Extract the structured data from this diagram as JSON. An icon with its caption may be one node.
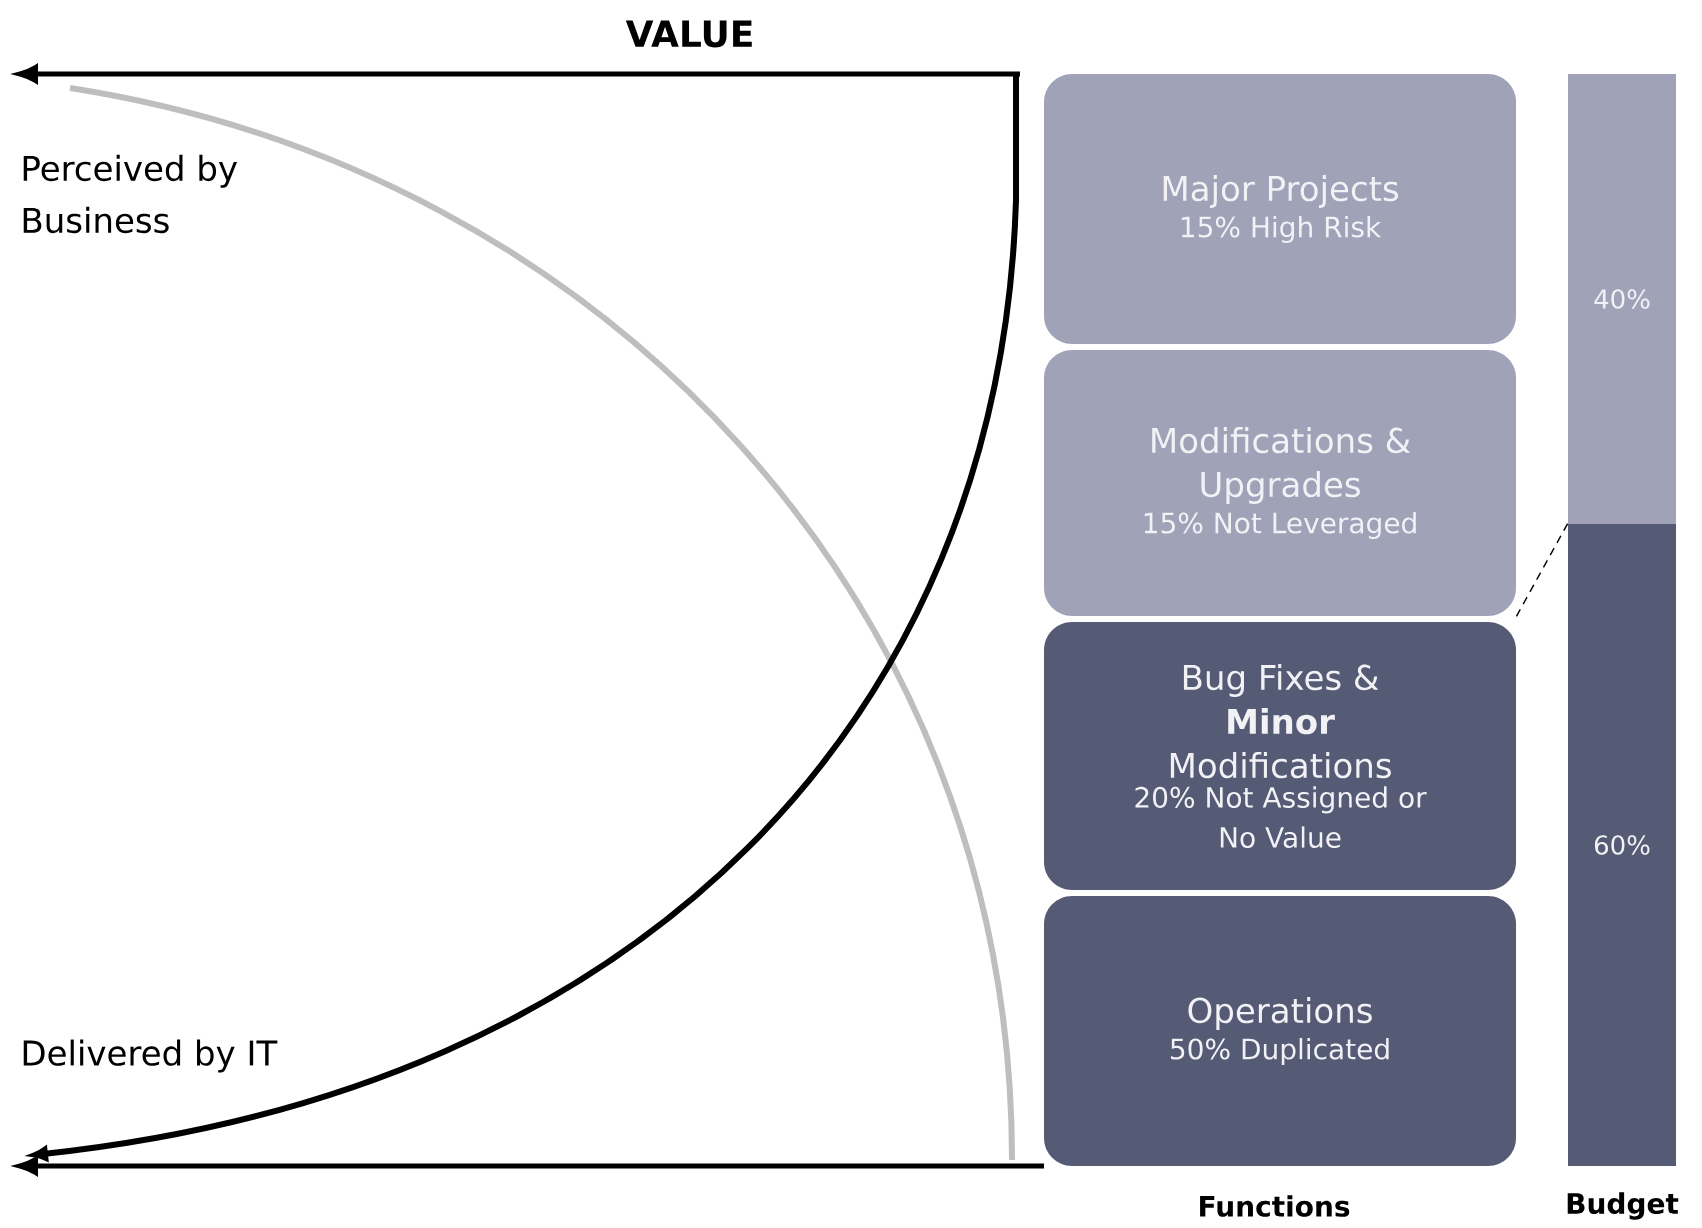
{
  "diagram": {
    "nodes": [
      {
        "text": [
          "Major Projects",
          "15% High Risk"
        ]
      },
      {
        "text": [
          "Modifications & Upgrades",
          "15% Not Leveraged"
        ]
      },
      {
        "text": [
          "Bug Fixes & **Minor** Modifications",
          "20% Not Assigned or No Value"
        ]
      },
      {
        "text": [
          "Operations",
          "50% Duplicated"
        ]
      },
      {
        "text": [
          "40%"
        ]
      },
      {
        "text": [
          "60%"
        ]
      }
    ],
    "edges": [
      {
        "from": 1,
        "to": 5,
        "arrow": "none",
        "style": "dashed"
      }
    ],
    "labels": [
      "VALUE",
      "Perceived by Business",
      "Delivered by IT",
      "Functions",
      "Budget"
    ]
  }
}
